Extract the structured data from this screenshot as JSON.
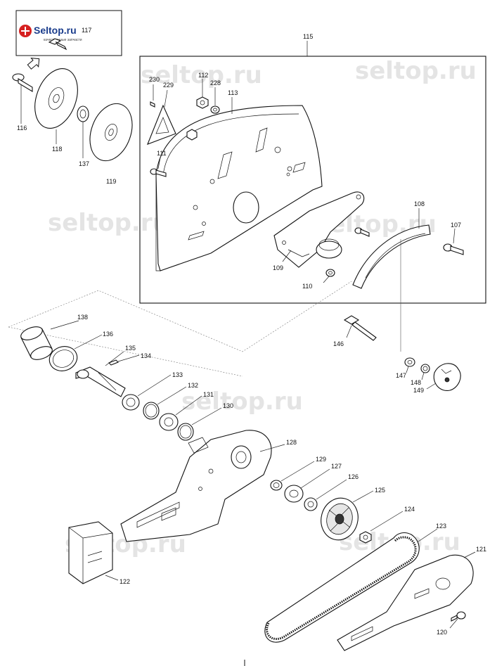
{
  "logo": {
    "brand": "Seltop.ru",
    "tagline": "качественные запчасти",
    "part_number": "117"
  },
  "watermark": "seltop.ru",
  "parts": {
    "p107": "107",
    "p108": "108",
    "p109": "109",
    "p110": "110",
    "p111": "111",
    "p112": "112",
    "p113": "113",
    "p115": "115",
    "p116": "116",
    "p118": "118",
    "p119": "119",
    "p120": "120",
    "p121": "121",
    "p122": "122",
    "p123": "123",
    "p124": "124",
    "p125": "125",
    "p126": "126",
    "p127": "127",
    "p128": "128",
    "p129": "129",
    "p130": "130",
    "p131": "131",
    "p132": "132",
    "p133": "133",
    "p134": "134",
    "p135": "135",
    "p136": "136",
    "p137": "137",
    "p138": "138",
    "p146": "146",
    "p147": "147",
    "p148": "148",
    "p149": "149",
    "p228": "228",
    "p229": "229",
    "p230": "230"
  }
}
